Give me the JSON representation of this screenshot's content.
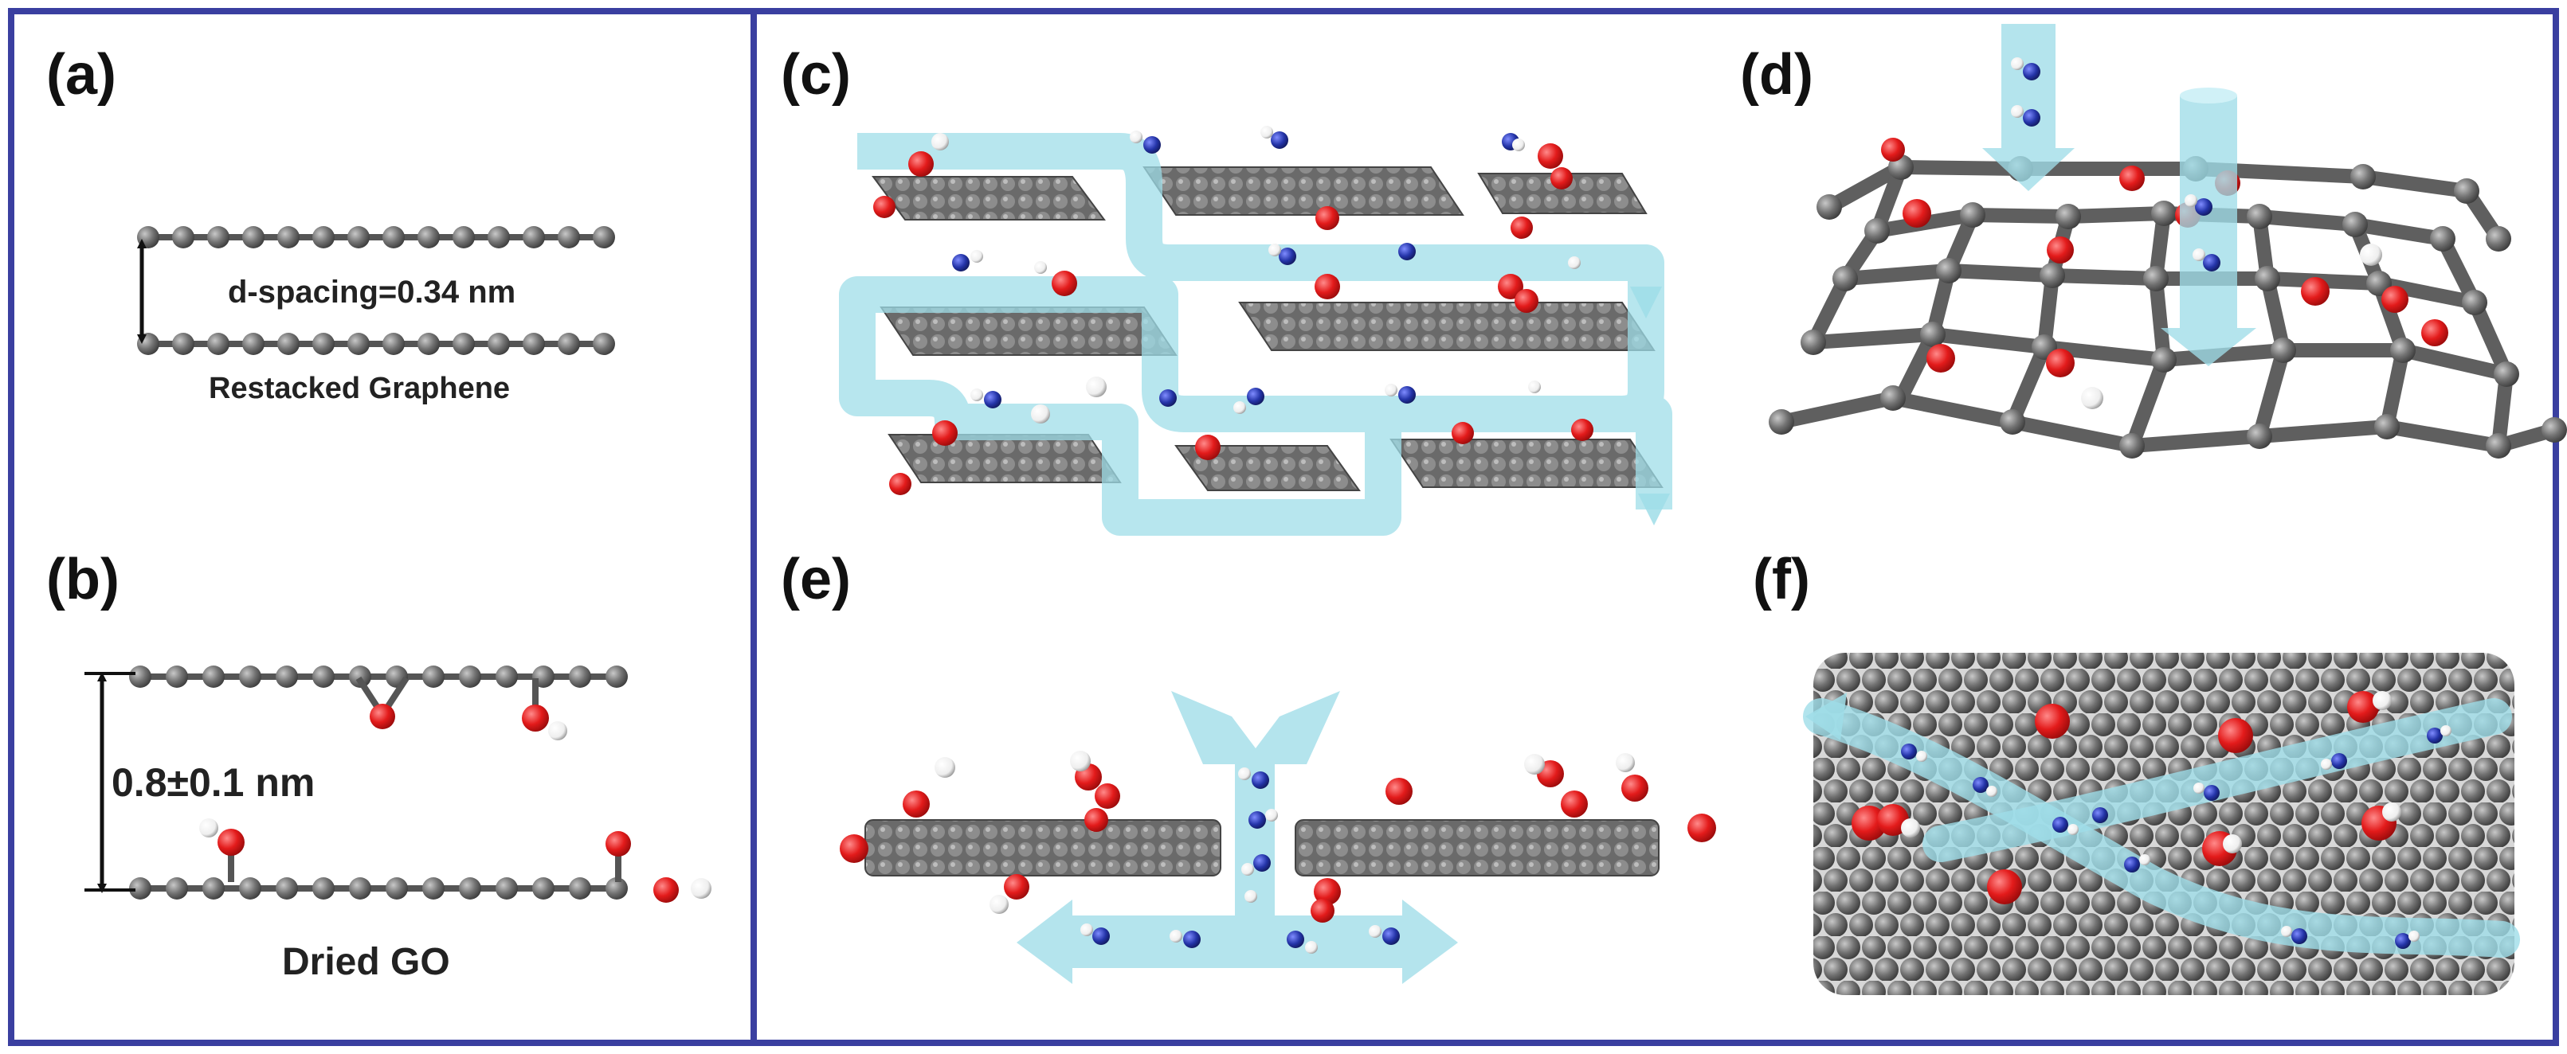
{
  "panels": {
    "a": {
      "label": "(a)",
      "spacing_text": "d-spacing=0.34 nm",
      "caption": "Restacked Graphene"
    },
    "b": {
      "label": "(b)",
      "spacing_text": "0.8±0.1 nm",
      "caption": "Dried GO"
    },
    "c": {
      "label": "(c)"
    },
    "d": {
      "label": "(d)"
    },
    "e": {
      "label": "(e)"
    },
    "f": {
      "label": "(f)"
    }
  },
  "colors": {
    "frame": "#3a3fa0",
    "carbon": "#6f6f6f",
    "oxygen": "#e31b1b",
    "hydrogen": "#ffffff",
    "nitrogen": "#2434a8",
    "water_flow": "#9fdde8"
  }
}
